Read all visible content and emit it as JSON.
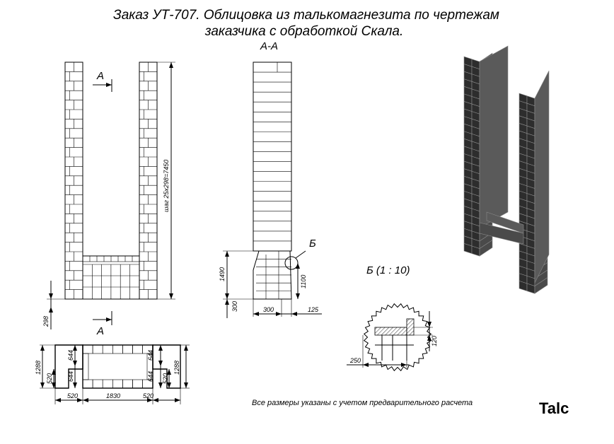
{
  "title": {
    "line1": "Заказ УТ-707. Облицовка из талькомагнезита по чертежам",
    "line2": "заказчика с обработкой Скала."
  },
  "labels": {
    "section_top": "А",
    "section_bottom": "А",
    "section_view": "А-А",
    "detail_marker": "Б",
    "detail_view": "Б (1 : 10)"
  },
  "dimensions": {
    "height_step": "шаг 25х298=7450",
    "base_298": "298",
    "h_1490": "1490",
    "h_1100": "1100",
    "h_300_vert": "300",
    "w_300": "300",
    "w_125": "125",
    "detail_120": "120",
    "detail_250": "250",
    "plan_1288_left": "1288",
    "plan_520_left": "520",
    "plan_644_a": "644",
    "plan_644_b": "644",
    "plan_644_c": "644",
    "plan_644_d": "644",
    "plan_520_right": "520",
    "plan_1288_right": "1288",
    "plan_520_bl": "520",
    "plan_1830": "1830",
    "plan_520_br": "520"
  },
  "note": "Все размеры указаны с учетом предварительного расчета",
  "logo": {
    "text": "Talc"
  }
}
